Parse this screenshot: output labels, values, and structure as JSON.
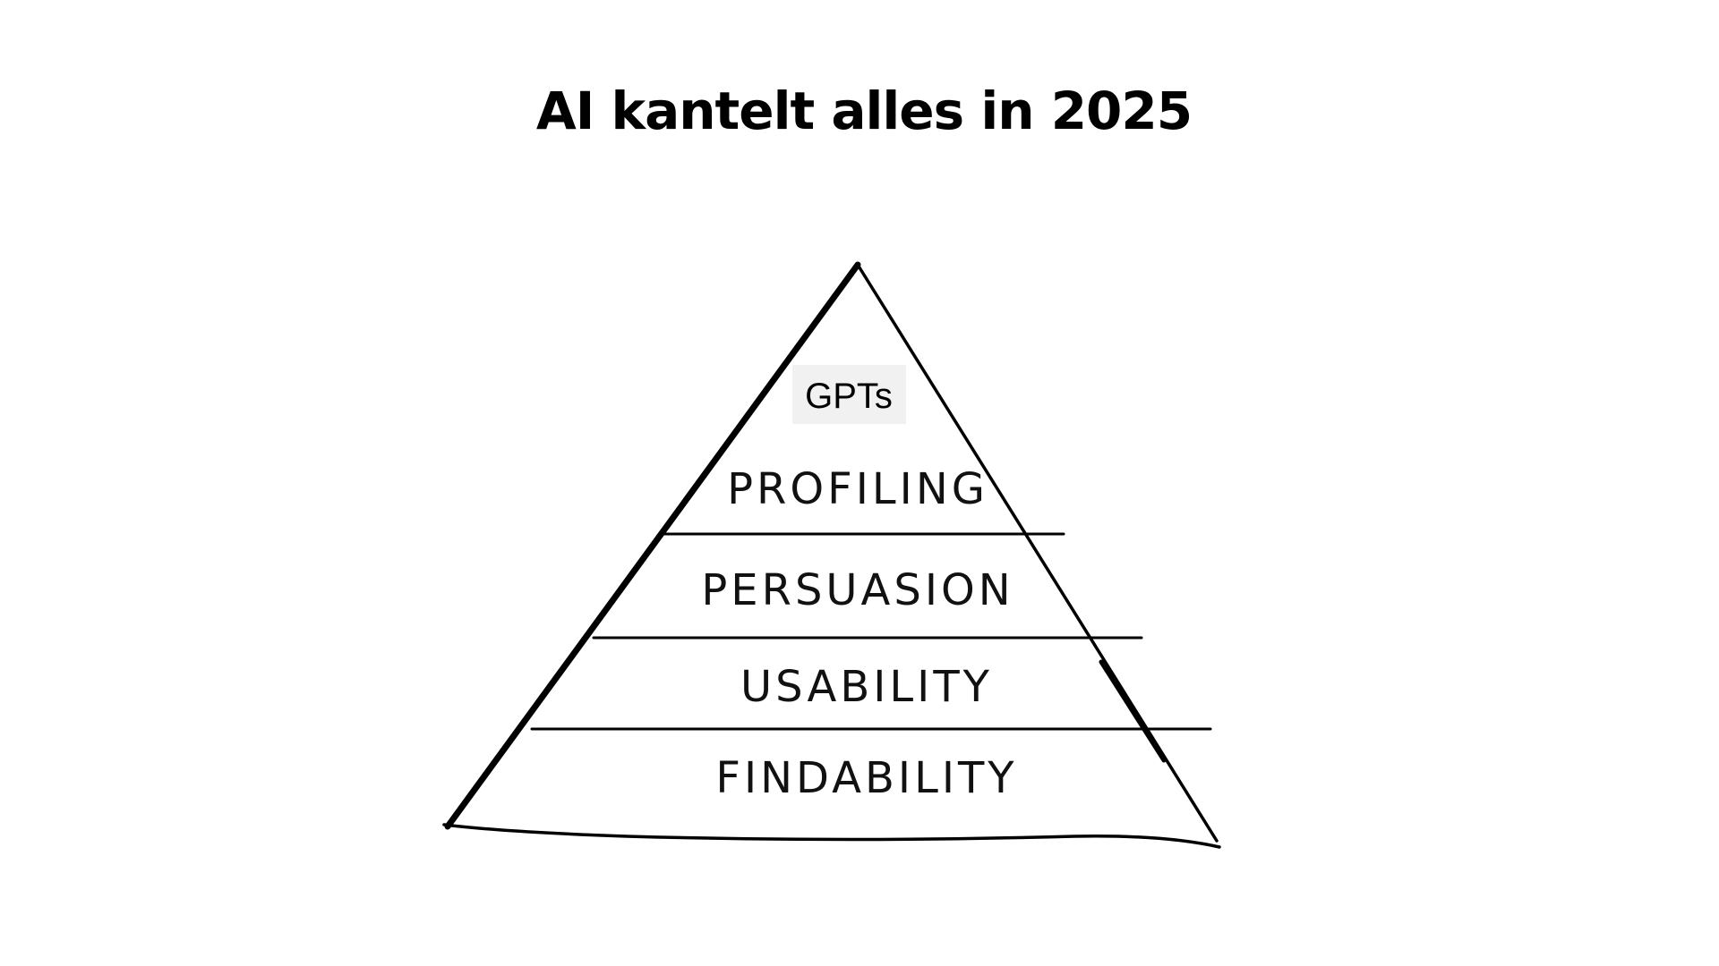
{
  "slide": {
    "title": "AI kantelt alles in 2025"
  },
  "pyramid": {
    "top_label": "GPTs",
    "levels": [
      {
        "label": "PROFILING"
      },
      {
        "label": "PERSUASION"
      },
      {
        "label": "USABILITY"
      },
      {
        "label": "FINDABILITY"
      }
    ]
  }
}
